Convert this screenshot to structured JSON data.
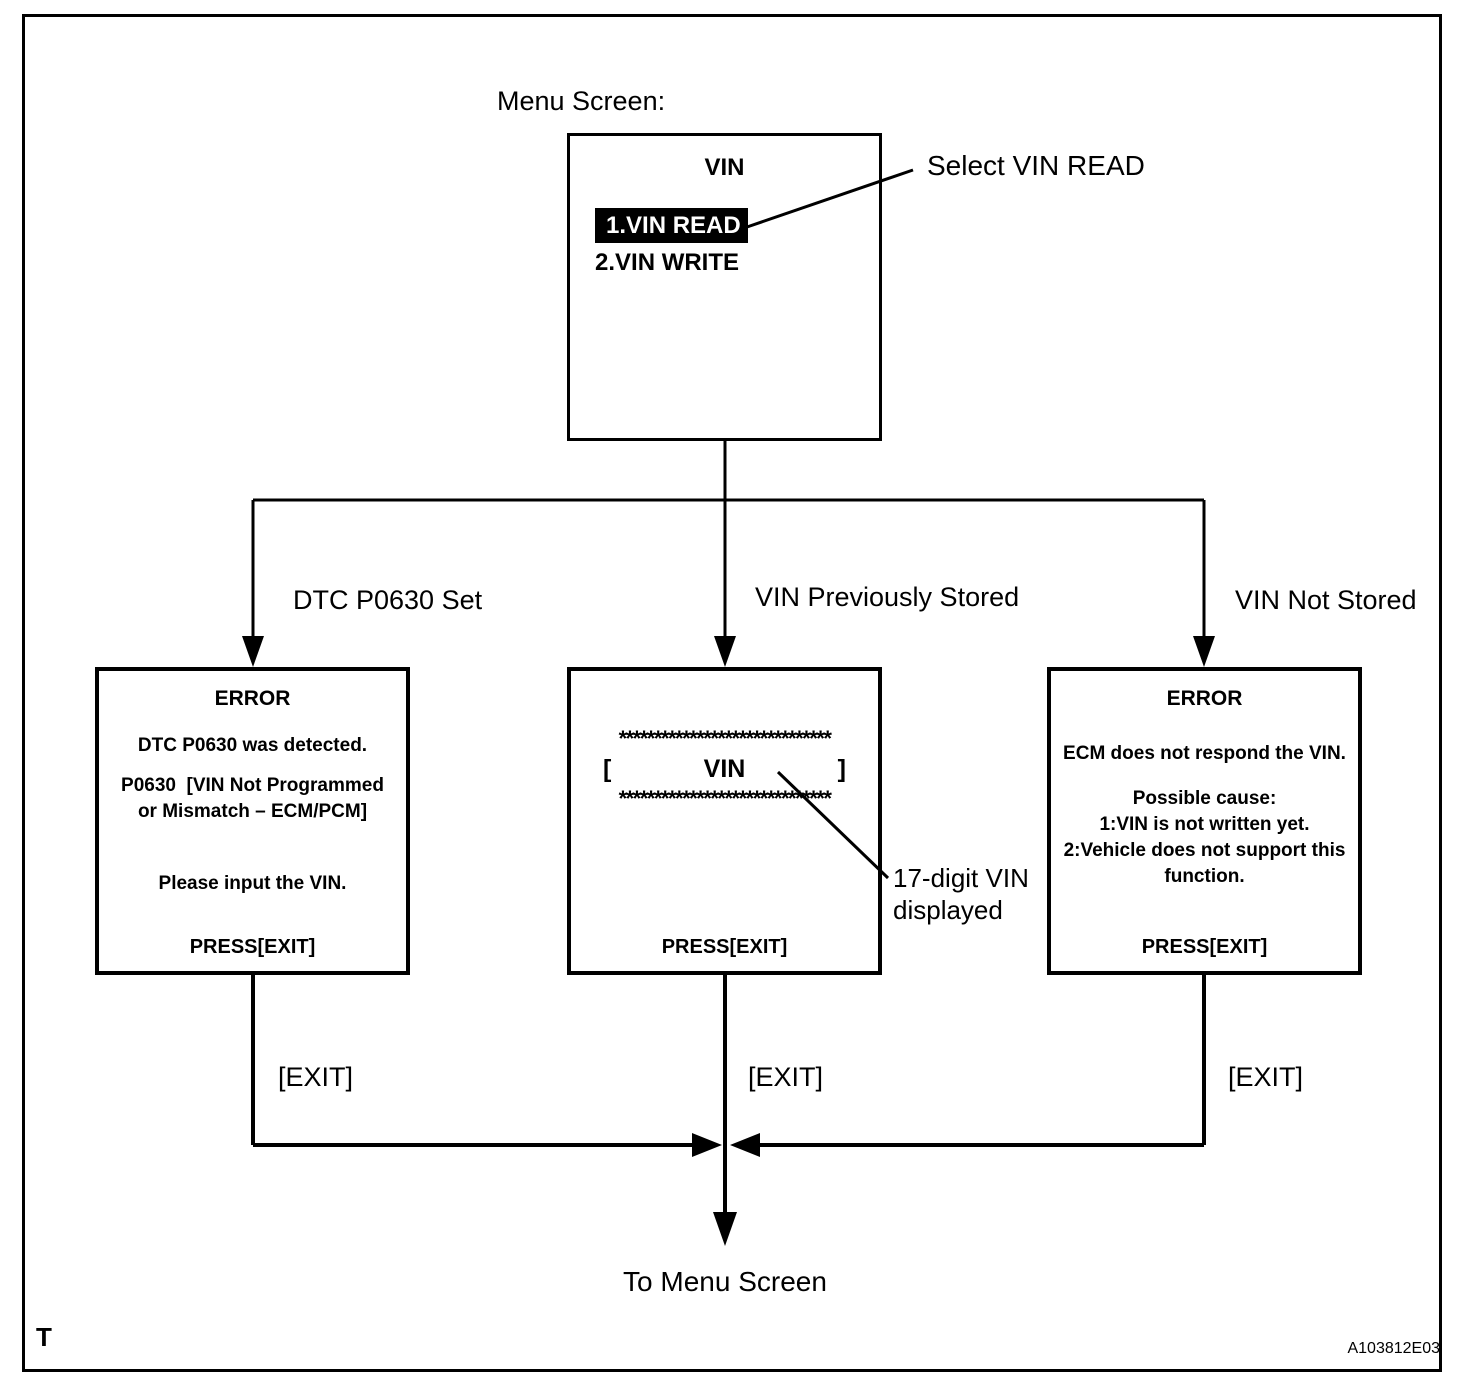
{
  "page": {
    "menu_screen_label": "Menu Screen:",
    "select_annotation": "Select VIN READ",
    "to_menu_screen": "To Menu Screen",
    "corner_letter": "T",
    "figure_id": "A103812E03"
  },
  "menu_box": {
    "title": "VIN",
    "item_selected": "1.VIN READ",
    "item_2": "2.VIN WRITE"
  },
  "branches": {
    "left_label": "DTC P0630 Set",
    "middle_label": "VIN Previously Stored",
    "right_label": "VIN Not Stored"
  },
  "left_box": {
    "title": "ERROR",
    "line1": "DTC P0630 was detected.",
    "line2": "P0630  [VIN Not Programmed",
    "line3": "or Mismatch – ECM/PCM]",
    "line4": "Please input the VIN.",
    "press": "PRESS[EXIT]"
  },
  "middle_box": {
    "stars_top": "******************************",
    "vin_open": "[",
    "vin_label": "VIN",
    "vin_close": "]",
    "stars_bottom": "******************************",
    "press": "PRESS[EXIT]"
  },
  "middle_annotation": {
    "line1": "17-digit VIN",
    "line2": "displayed"
  },
  "right_box": {
    "title": "ERROR",
    "line1": "ECM does not respond the VIN.",
    "line2": "Possible cause:",
    "line3": "1:VIN is not written yet.",
    "line4": "2:Vehicle does not support this",
    "line5": "function.",
    "press": "PRESS[EXIT]"
  },
  "exit_labels": {
    "left": "[EXIT]",
    "middle": "[EXIT]",
    "right": "[EXIT]"
  },
  "colors": {
    "ink": "#000000",
    "background": "#ffffff",
    "highlight_bg": "#000000",
    "highlight_text": "#ffffff"
  }
}
